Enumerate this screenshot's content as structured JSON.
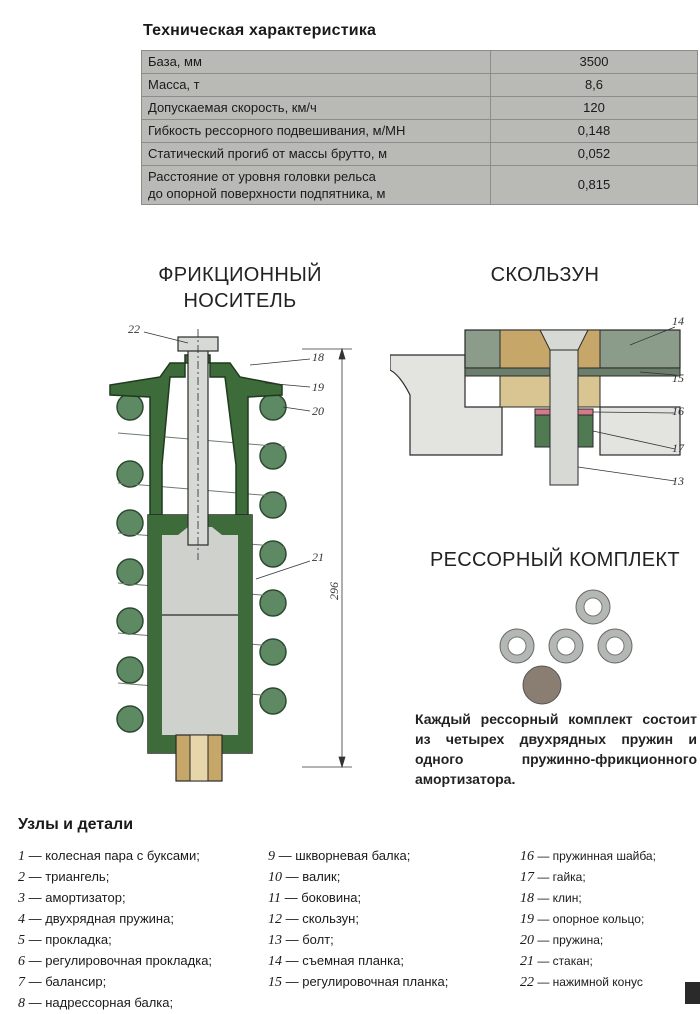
{
  "spec": {
    "title": "Техническая характеристика",
    "rows": [
      {
        "label": "База, мм",
        "value": "3500"
      },
      {
        "label": "Масса, т",
        "value": "8,6"
      },
      {
        "label": "Допускаемая скорость, км/ч",
        "value": "120"
      },
      {
        "label": "Гибкость рессорного подвешивания, м/МН",
        "value": "0,148"
      },
      {
        "label": "Статический прогиб от массы брутто, м",
        "value": "0,052"
      },
      {
        "label": "Расстояние от уровня головки рельса\nдо опорной поверхности подпятника, м",
        "value": "0,815"
      }
    ]
  },
  "friction": {
    "heading_line1": "ФРИКЦИОННЫЙ",
    "heading_line2": "НОСИТЕЛЬ",
    "labels": {
      "l22": "22",
      "l18": "18",
      "l19": "19",
      "l20": "20",
      "l21": "21"
    },
    "dimension": "296"
  },
  "slider": {
    "heading": "СКОЛЬЗУН",
    "labels": {
      "l14": "14",
      "l15": "15",
      "l16": "16",
      "l17": "17",
      "l13": "13"
    }
  },
  "spring_set": {
    "heading": "РЕССОРНЫЙ КОМПЛЕКТ",
    "description": "Каждый рессорный комплект состоит из четырех двухрядных пружин и одного пружинно-фрикционного амортизатора."
  },
  "parts": {
    "title": "Узлы и детали",
    "col1": [
      {
        "n": "1",
        "t": " — колесная пара с буксами;"
      },
      {
        "n": "2",
        "t": " — триангель;"
      },
      {
        "n": "3",
        "t": " — амортизатор;"
      },
      {
        "n": "4",
        "t": " — двухрядная пружина;"
      },
      {
        "n": "5",
        "t": " — прокладка;"
      },
      {
        "n": "6",
        "t": " — регулировочная прокладка;"
      },
      {
        "n": "7",
        "t": " — балансир;"
      },
      {
        "n": "8",
        "t": " — надрессорная балка;"
      }
    ],
    "col2": [
      {
        "n": "9",
        "t": " — шкворневая балка;"
      },
      {
        "n": "10",
        "t": " — валик;"
      },
      {
        "n": "11",
        "t": " — боковина;"
      },
      {
        "n": "12",
        "t": " — скользун;"
      },
      {
        "n": "13",
        "t": " — болт;"
      },
      {
        "n": "14",
        "t": " — съемная планка;"
      },
      {
        "n": "15",
        "t": " — регулировочная планка;"
      }
    ],
    "col3": [
      {
        "n": "16",
        "t": " — пружинная шайба;"
      },
      {
        "n": "17",
        "t": " — гайка;"
      },
      {
        "n": "18",
        "t": " — клин;"
      },
      {
        "n": "19",
        "t": " — опорное кольцо;"
      },
      {
        "n": "20",
        "t": " — пружина;"
      },
      {
        "n": "21",
        "t": " — стакан;"
      },
      {
        "n": "22",
        "t": " — нажимной конус"
      }
    ]
  },
  "colors": {
    "green": "#3e6b3a",
    "table_bg": "#b9bab5",
    "light_gray": "#cfd1cc",
    "gold": "#c7a66a"
  }
}
